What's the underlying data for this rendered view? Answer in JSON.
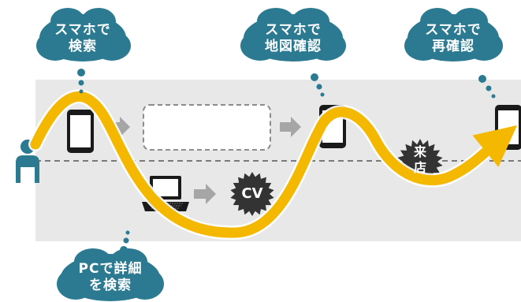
{
  "clouds": {
    "search_smartphone": "スマホで\n検索",
    "map_check": "スマホで\n地図確認",
    "recheck": "スマホで\n再確認",
    "pc_search": "PCで詳細\nを検索"
  },
  "badges": {
    "cv": "CV",
    "store_visit": "来\n店"
  },
  "colors": {
    "cloud": "#2b7a91",
    "path": "#f5b800",
    "band": "#e8e8e8",
    "badge": "#333333",
    "arrow": "#a6a6a6",
    "person": "#2b7a91"
  },
  "icons": [
    "person-icon",
    "smartphone-icon",
    "laptop-icon",
    "arrow-right-icon",
    "placeholder-box"
  ]
}
